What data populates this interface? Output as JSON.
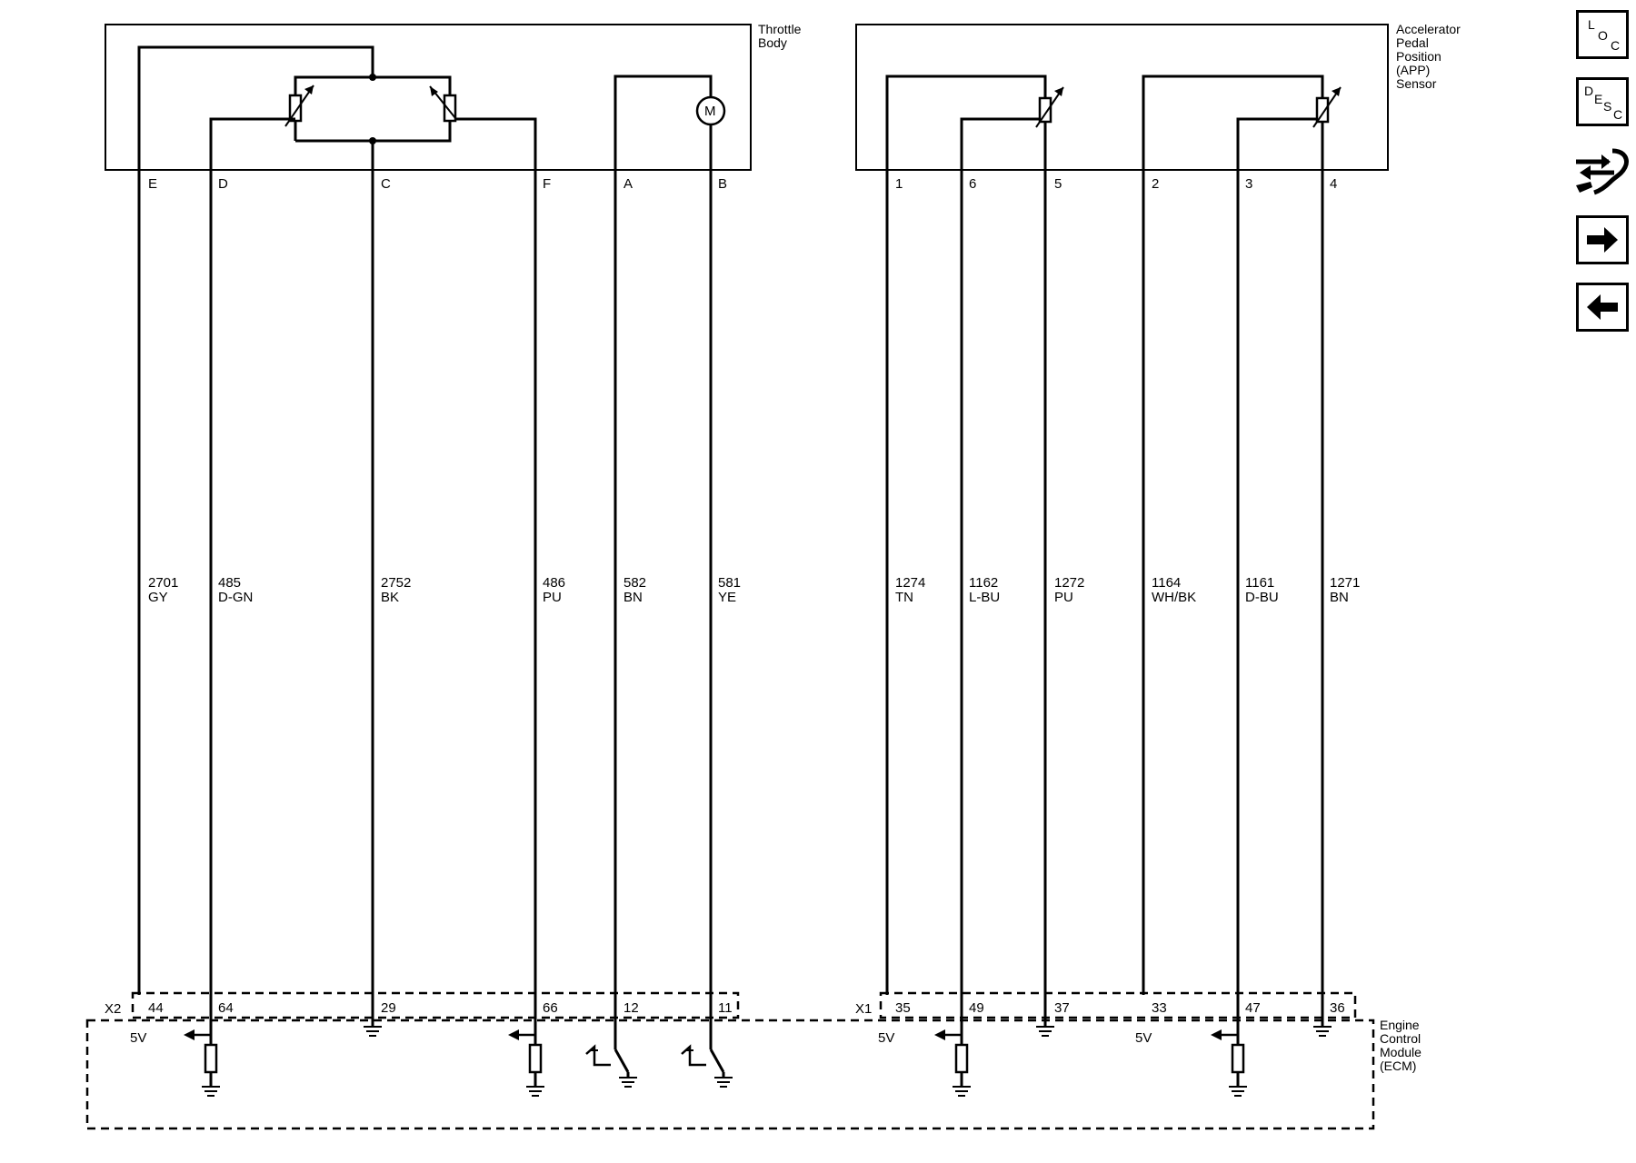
{
  "components": {
    "throttle_body": "Throttle\nBody",
    "app_sensor": "Accelerator\nPedal\nPosition\n(APP)\nSensor",
    "ecm": "Engine\nControl\nModule\n(ECM)"
  },
  "motor_symbol": "M",
  "connectors": {
    "x2": "X2",
    "x1": "X1"
  },
  "supply_labels": [
    "5V",
    "5V",
    "5V"
  ],
  "throttle_pins": [
    "E",
    "D",
    "C",
    "F",
    "A",
    "B"
  ],
  "app_pins": [
    "1",
    "6",
    "5",
    "2",
    "3",
    "4"
  ],
  "throttle_wires": [
    {
      "circuit": "2701",
      "color": "GY"
    },
    {
      "circuit": "485",
      "color": "D-GN"
    },
    {
      "circuit": "2752",
      "color": "BK"
    },
    {
      "circuit": "486",
      "color": "PU"
    },
    {
      "circuit": "582",
      "color": "BN"
    },
    {
      "circuit": "581",
      "color": "YE"
    }
  ],
  "app_wires": [
    {
      "circuit": "1274",
      "color": "TN"
    },
    {
      "circuit": "1162",
      "color": "L-BU"
    },
    {
      "circuit": "1272",
      "color": "PU"
    },
    {
      "circuit": "1164",
      "color": "WH/BK"
    },
    {
      "circuit": "1161",
      "color": "D-BU"
    },
    {
      "circuit": "1271",
      "color": "BN"
    }
  ],
  "ecm_pins_x2": [
    "44",
    "64",
    "29",
    "66",
    "12",
    "11"
  ],
  "ecm_pins_x1": [
    "35",
    "49",
    "37",
    "33",
    "47",
    "36"
  ],
  "sidebar": {
    "loc": {
      "letters": [
        "L",
        "O",
        "C"
      ]
    },
    "desc": {
      "letters": [
        "D",
        "E",
        "S",
        "C"
      ]
    },
    "icons": [
      "loc-icon",
      "desc-icon",
      "connector-tool-icon",
      "arrow-right-icon",
      "arrow-left-icon"
    ]
  }
}
